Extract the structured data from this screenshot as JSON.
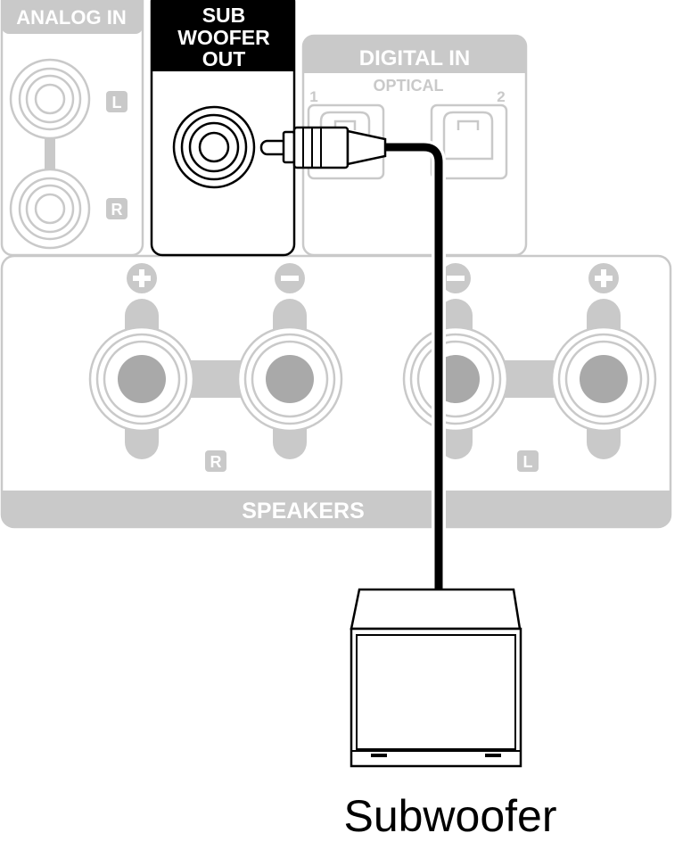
{
  "panel_labels": {
    "analog_in": "ANALOG IN",
    "subwoofer_out_line1": "SUB",
    "subwoofer_out_line2": "WOOFER",
    "subwoofer_out_line3": "OUT",
    "digital_in": "DIGITAL IN",
    "optical": "OPTICAL",
    "optical_port_1": "1",
    "optical_port_2": "2",
    "speakers": "SPEAKERS"
  },
  "channel_badges": {
    "analog_left": "L",
    "analog_right": "R",
    "speaker_right": "R",
    "speaker_left": "L"
  },
  "caption": "Subwoofer",
  "colors": {
    "panel_gray": "#c9c9c9",
    "terminal_gray": "#a9a9a9",
    "highlight_black": "#000000",
    "background": "#ffffff"
  }
}
